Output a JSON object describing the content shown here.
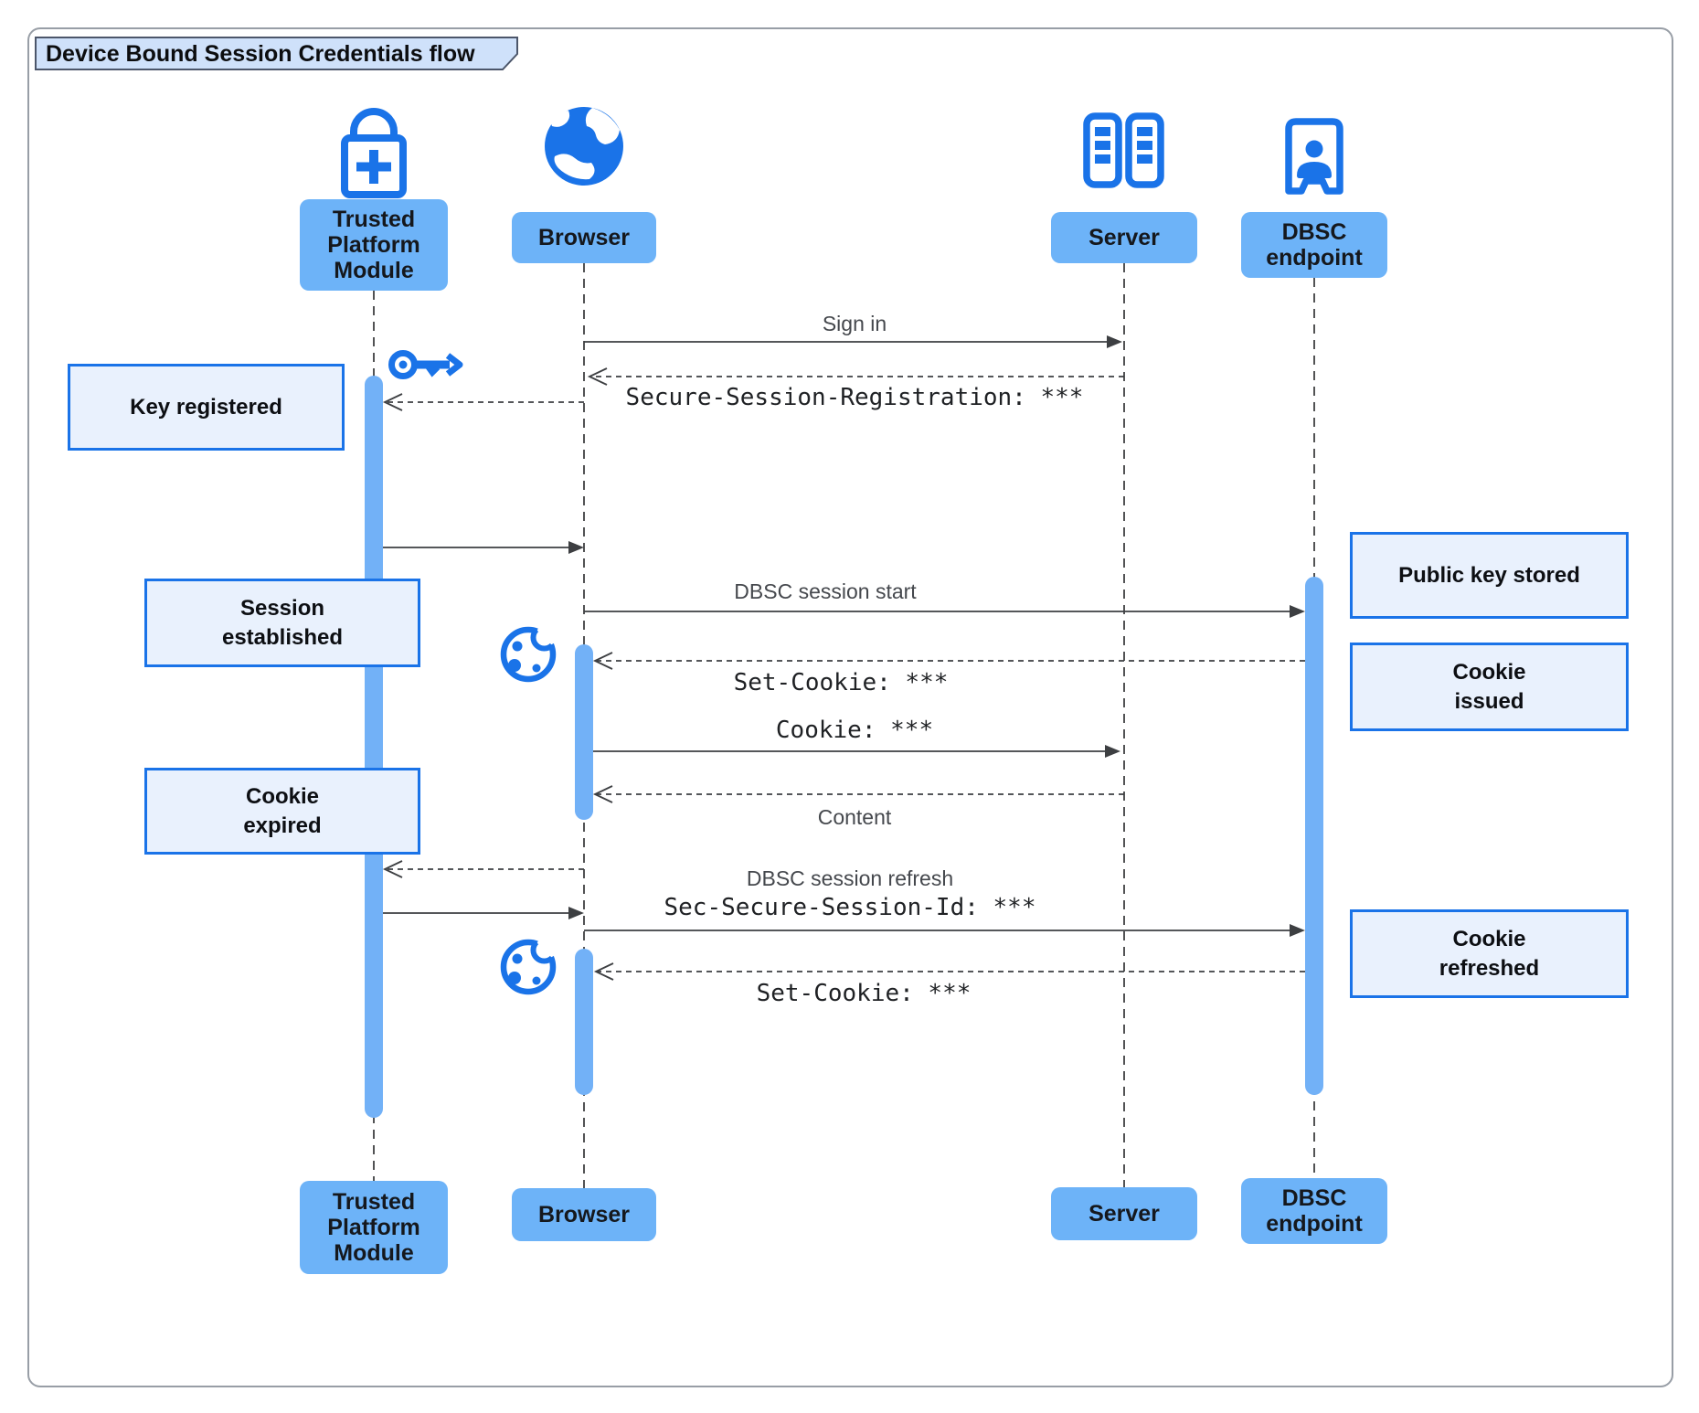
{
  "title": "Device Bound Session Credentials flow",
  "diagram_type": "sequence",
  "colors": {
    "accent_blue": "#1a73e8",
    "actor_fill": "#6db3f8",
    "activation_fill": "#72b1f7",
    "note_fill": "#e9f1fd",
    "note_border": "#1a73e8",
    "title_fill": "#cfe1fa",
    "arrow": "#3d3f42"
  },
  "actors": {
    "tpm": {
      "label": "Trusted Platform Module",
      "icon": "lock-plus-icon"
    },
    "browser": {
      "label": "Browser",
      "icon": "globe-icon"
    },
    "server": {
      "label": "Server",
      "icon": "server-racks-icon"
    },
    "dbsc": {
      "label": "DBSC endpoint",
      "icon": "door-person-icon"
    }
  },
  "messages": {
    "sign_in": {
      "label": "Sign in",
      "from": "Browser",
      "to": "Server",
      "style": "solid"
    },
    "session_registration": {
      "label": "Secure-Session-Registration: ***",
      "from": "Server",
      "to": "Browser",
      "style": "dashed"
    },
    "register_key": {
      "label": "",
      "from": "Browser",
      "to": "Trusted Platform Module",
      "style": "dashed"
    },
    "key_ready": {
      "label": "",
      "from": "Trusted Platform Module",
      "to": "Browser",
      "style": "solid"
    },
    "session_start": {
      "label": "DBSC session start",
      "from": "Browser",
      "to": "DBSC endpoint",
      "style": "solid"
    },
    "set_cookie_1": {
      "label": "Set-Cookie: ***",
      "from": "DBSC endpoint",
      "to": "Browser",
      "style": "dashed"
    },
    "cookie": {
      "label": "Cookie: ***",
      "from": "Browser",
      "to": "Server",
      "style": "solid"
    },
    "content": {
      "label": "Content",
      "from": "Server",
      "to": "Browser",
      "style": "dashed"
    },
    "refresh_sign": {
      "label": "",
      "from": "Browser",
      "to": "Trusted Platform Module",
      "style": "dashed"
    },
    "refresh_signed": {
      "label": "",
      "from": "Trusted Platform Module",
      "to": "Browser",
      "style": "solid"
    },
    "session_refresh": {
      "label": "DBSC session refresh",
      "label2": "Sec-Secure-Session-Id: ***",
      "from": "Browser",
      "to": "DBSC endpoint",
      "style": "solid"
    },
    "set_cookie_2": {
      "label": "Set-Cookie: ***",
      "from": "DBSC endpoint",
      "to": "Browser",
      "style": "dashed"
    }
  },
  "notes": {
    "key_registered": "Key registered",
    "session_established": "Session established",
    "cookie_expired": "Cookie expired",
    "public_key_stored": "Public key stored",
    "cookie_issued": "Cookie issued",
    "cookie_refreshed": "Cookie refreshed"
  },
  "decorations": {
    "key_icon": "key",
    "cookie_icon": "cookie"
  }
}
